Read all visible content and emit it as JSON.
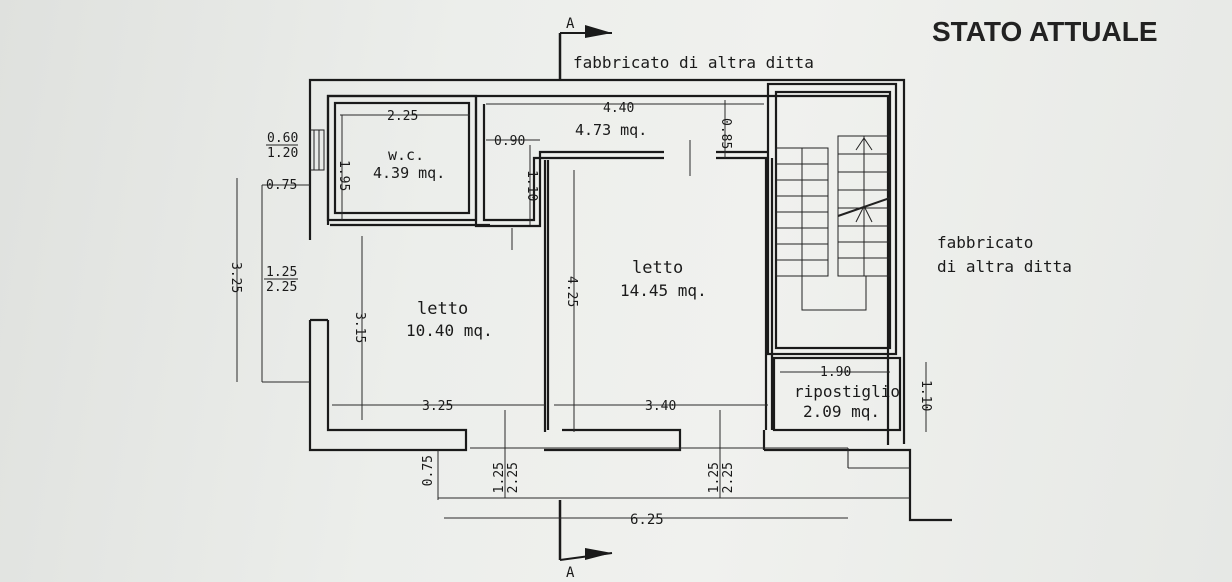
{
  "header": {
    "title": "STATO ATTUALE"
  },
  "section_markers": {
    "top": "A",
    "bottom": "A"
  },
  "neighbors": {
    "top": "fabbricato di altra ditta",
    "right_line1": "fabbricato",
    "right_line2": "di altra ditta"
  },
  "rooms": {
    "wc": {
      "name": "w.c.",
      "area": "4.39 mq."
    },
    "hall": {
      "area": "4.73 mq."
    },
    "bedroom_left": {
      "name": "letto",
      "area": "10.40 mq."
    },
    "bedroom_right": {
      "name": "letto",
      "area": "14.45 mq."
    },
    "storage": {
      "name": "ripostiglio",
      "area": "2.09 mq."
    }
  },
  "dimensions": {
    "wc_width": "2.25",
    "wc_height": "1.95",
    "hall_width": "4.40",
    "hall_height": "0.85",
    "door_gap": "0.90",
    "corridor_height": "1.10",
    "window_top_a": "0.60",
    "window_top_b": "1.20",
    "left_offset": "0.75",
    "left_total": "3.25",
    "window_left_a": "1.25",
    "window_left_b": "2.25",
    "bed_left_height": "3.15",
    "bed_left_width": "3.25",
    "bed_right_height": "4.25",
    "bed_right_width": "3.40",
    "storage_width": "1.90",
    "storage_height": "1.10",
    "bottom_offset": "0.75",
    "window_bottom_1a": "1.25",
    "window_bottom_1b": "2.25",
    "window_bottom_2a": "1.25",
    "window_bottom_2b": "2.25",
    "total_width": "6.25"
  }
}
